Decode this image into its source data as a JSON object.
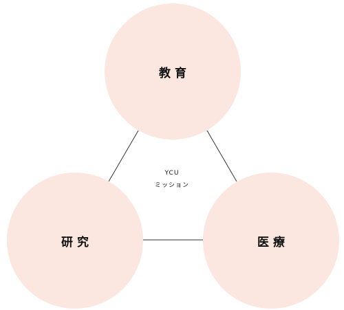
{
  "nodes": {
    "top": "教育",
    "left": "研究",
    "right": "医療"
  },
  "center": {
    "line1": "YCU",
    "line2": "ミッション"
  },
  "colors": {
    "circle_fill": "#fbe7df",
    "connector": "#333333",
    "text": "#111111"
  }
}
